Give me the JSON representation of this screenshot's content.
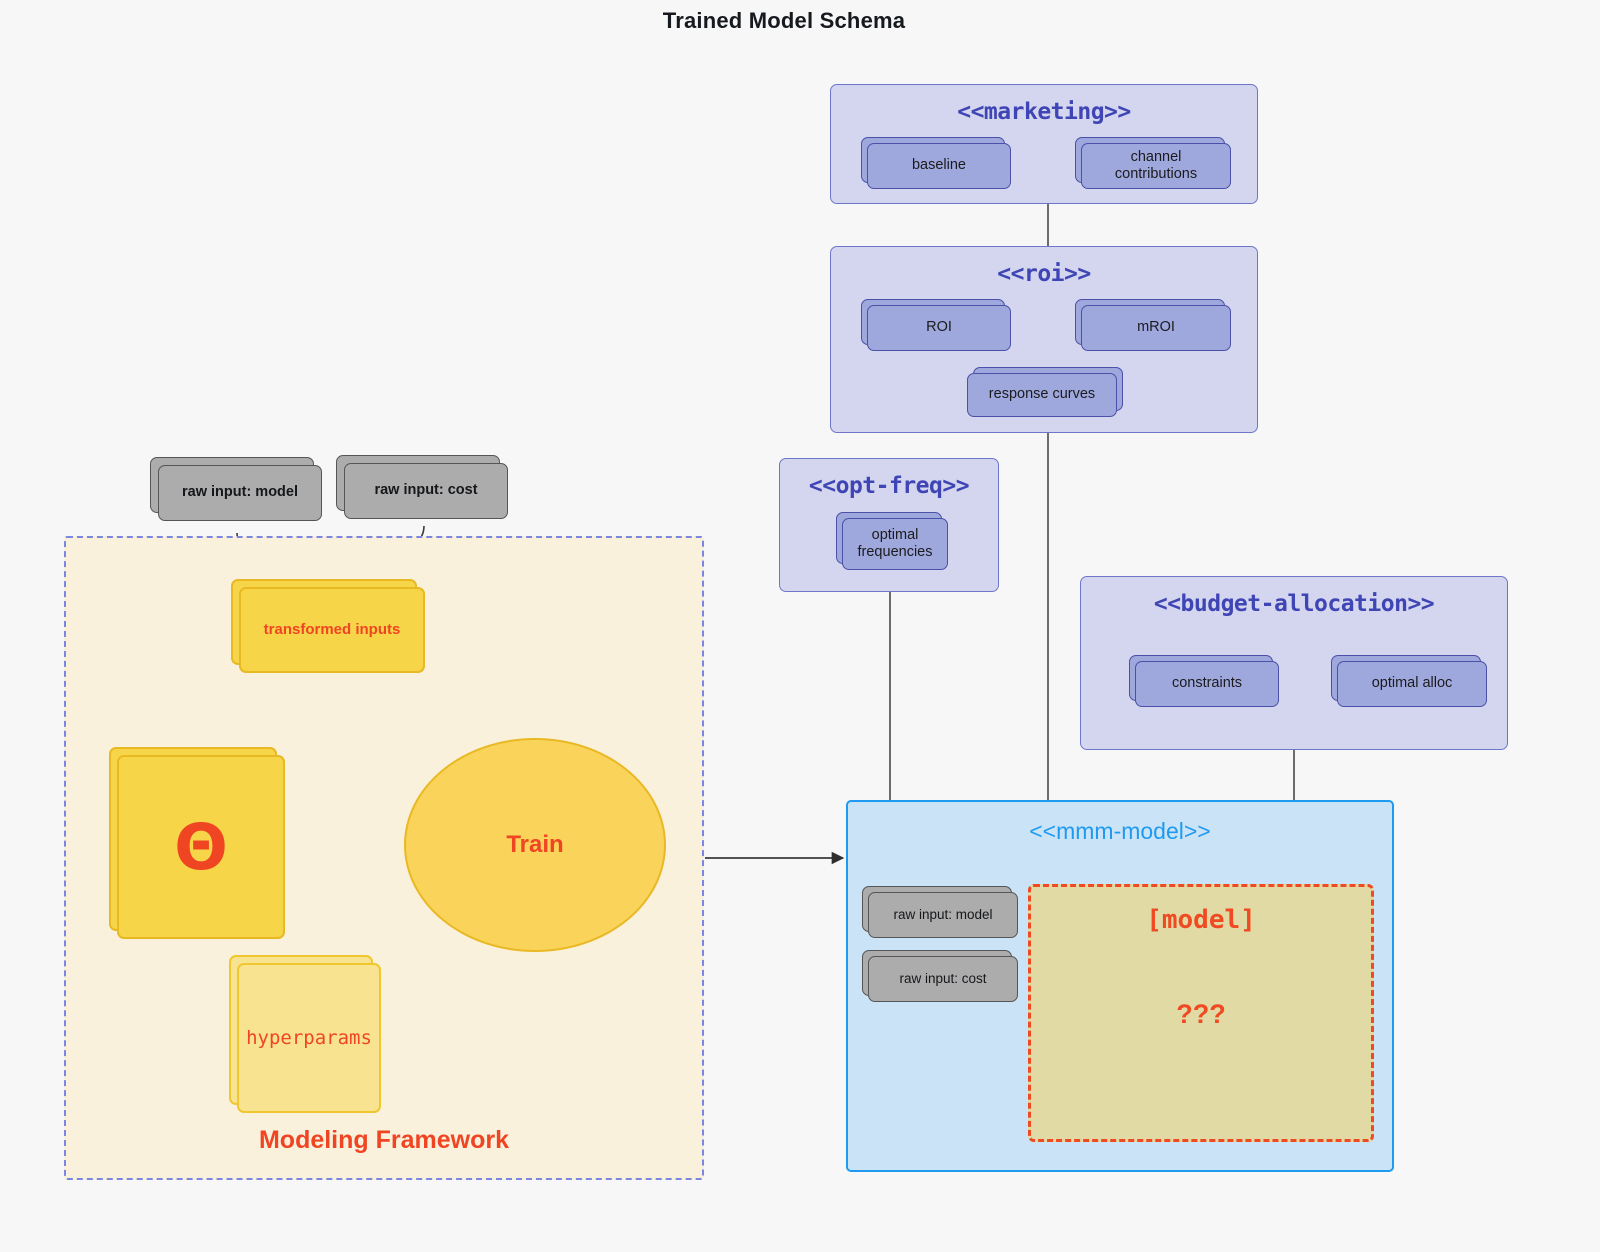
{
  "title": "Trained Model Schema",
  "colors": {
    "background": "#f7f7f7",
    "package_fill": "#d3d6ee",
    "package_border": "#6f76c9",
    "package_title": "#3f45b4",
    "node_purple_fill": "#9fa8dc",
    "node_purple_border": "#4b50a8",
    "node_gray_fill": "#acacac",
    "node_gray_border": "#555555",
    "node_yellow_fill": "#f7d549",
    "node_yellow_border": "#e9b924",
    "node_yellow_light_fill": "#f8e391",
    "accent_red": "#ef4523",
    "mmm_border": "#1e9bf0",
    "mmm_fill": "#cbe3f6",
    "model_placeholder_fill": "#e2daa4",
    "framework_fill": "#faf1dd",
    "framework_border": "#7b86e0",
    "connector": "#4a4a4a"
  },
  "packages": {
    "marketing": {
      "title": "<<marketing>>",
      "nodes": [
        {
          "label": "baseline"
        },
        {
          "label": "channel contributions"
        }
      ]
    },
    "roi": {
      "title": "<<roi>>",
      "nodes": [
        {
          "label": "ROI"
        },
        {
          "label": "mROI"
        },
        {
          "label": "response curves"
        }
      ]
    },
    "opt_freq": {
      "title": "<<opt-freq>>",
      "nodes": [
        {
          "label": "optimal frequencies"
        }
      ]
    },
    "budget_allocation": {
      "title": "<<budget-allocation>>",
      "nodes": [
        {
          "label": "constraints"
        },
        {
          "label": "optimal alloc"
        }
      ]
    },
    "mmm_model": {
      "title": "<<mmm-model>>",
      "inputs": [
        {
          "label": "raw input: model"
        },
        {
          "label": "raw input: cost"
        }
      ],
      "placeholder": {
        "title": "[model]",
        "unknown": "???"
      }
    }
  },
  "modeling_framework": {
    "label": "Modeling Framework",
    "raw_inputs": [
      {
        "label": "raw input: model"
      },
      {
        "label": "raw input: cost"
      }
    ],
    "transformed_inputs": {
      "label": "transformed inputs"
    },
    "theta": {
      "label": "Θ"
    },
    "hyperparams": {
      "label": "hyperparams"
    },
    "train": {
      "label": "Train"
    }
  }
}
